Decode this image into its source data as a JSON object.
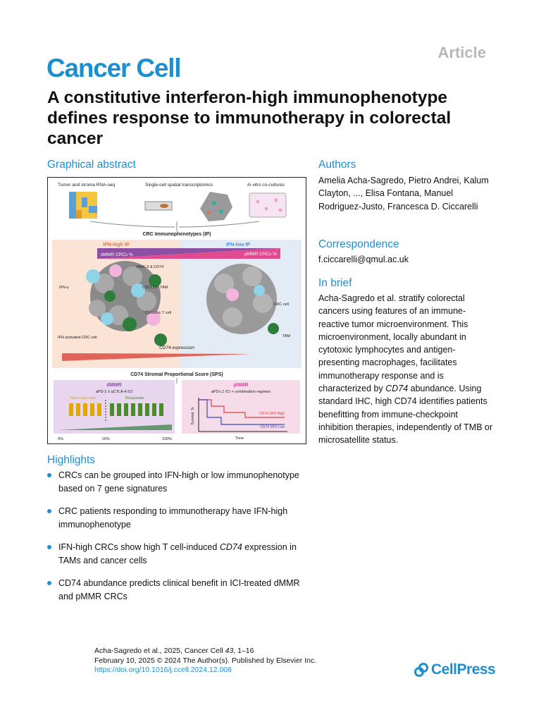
{
  "header": {
    "journal": "Cancer Cell",
    "type": "Article"
  },
  "title": "A constitutive interferon-high immunophenotype defines response to immunotherapy in colorectal cancer",
  "graphical_abstract": {
    "heading": "Graphical abstract",
    "top_labels": [
      "Tumor and stroma RNA-seq",
      "Single-cell spatial transcriptomics",
      "In vitro co-cultures"
    ],
    "ip_title": "CRC Immunophenotypes (IP)",
    "ifn_high": "IFN-high IP",
    "ifn_low": "IFN-low IP",
    "dmmr_pct": "dMMR CRCs %",
    "pmmr_pct": "pMMR CRCs %",
    "mhc": "MHC-II &\nCD74",
    "ifn_gamma": "IFN-γ",
    "cxcl10": "CXCL10⁺ TAM",
    "cytotoxic": "Cytotoxic\nT cell",
    "crc_cell": "CRC cell",
    "ifn_activated": "IFN activated\nCRC cell",
    "tam": "TAM",
    "cd74_expr": "CD74 expression",
    "sps_title": "CD74 Stromal Proportional Score (SPS)",
    "dmmr": "dMMR",
    "dmmr_treat": "aPD-1 ± aCTLA-4 ICI",
    "non_responder": "Non-responder",
    "responder": "Responder",
    "axis_0": "0%",
    "axis_mid": "19%",
    "axis_100": "100%",
    "pmmr": "pMMR",
    "pmmr_treat": "aPD-L1 ICI + combination regimen",
    "survival": "Survival, %",
    "time": "Time",
    "sps_high": "CD74 SPS High",
    "sps_low": "CD74 SPS Low"
  },
  "authors": {
    "heading": "Authors",
    "text": "Amelia Acha-Sagredo, Pietro Andrei, Kalum Clayton, ..., Elisa Fontana, Manuel Rodriguez-Justo, Francesca D. Ciccarelli"
  },
  "correspondence": {
    "heading": "Correspondence",
    "email": "f.ciccarelli@qmul.ac.uk"
  },
  "in_brief": {
    "heading": "In brief",
    "before": "Acha-Sagredo et al. stratify colorectal cancers using features of an immune-reactive tumor microenvironment. This microenvironment, locally abundant in cytotoxic lymphocytes and antigen-presenting macrophages, facilitates immunotherapy response and is characterized by ",
    "italic": "CD74",
    "after": " abundance. Using standard IHC, high CD74 identifies patients benefitting from immune-checkpoint inhibition therapies, independently of TMB or microsatellite status."
  },
  "highlights": {
    "heading": "Highlights",
    "items": [
      {
        "a": "CRCs can be grouped into IFN-high or low immunophenotype based on 7 gene signatures",
        "i": "",
        "b": ""
      },
      {
        "a": "CRC patients responding to immunotherapy have IFN-high immunophenotype",
        "i": "",
        "b": ""
      },
      {
        "a": "IFN-high CRCs show high T cell-induced ",
        "i": "CD74",
        "b": " expression in TAMs and cancer cells"
      },
      {
        "a": "CD74 abundance predicts clinical benefit in ICI-treated dMMR and pMMR CRCs",
        "i": "",
        "b": ""
      }
    ]
  },
  "footer": {
    "line1_a": "Acha-Sagredo et al., 2025, Cancer Cell ",
    "line1_vol": "43",
    "line1_b": ", 1–16",
    "line2": "February 10, 2025 © 2024 The Author(s). Published by Elsevier Inc.",
    "doi": "https://doi.org/10.1016/j.ccell.2024.12.008"
  },
  "publisher": "CellPress",
  "colors": {
    "accent": "#1d8fd0",
    "ifn_high": "#e8713c",
    "ifn_low": "#4a90d9",
    "dmmr": "#8c4fa3",
    "pmmr": "#e24a8f"
  }
}
